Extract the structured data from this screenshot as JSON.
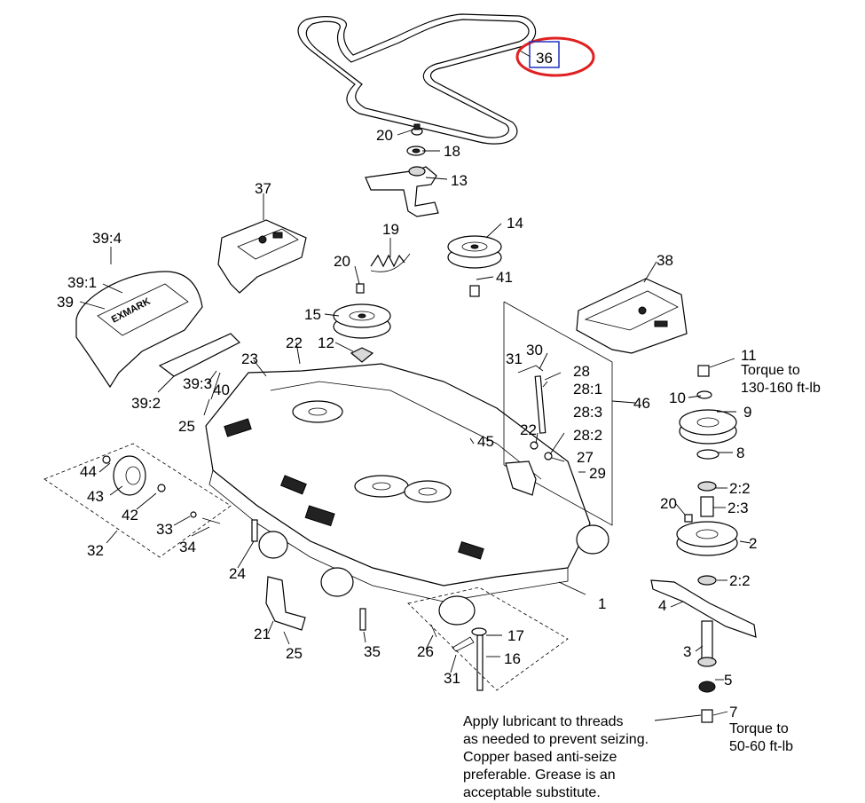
{
  "callouts": {
    "c36": "36",
    "c20a": "20",
    "c18": "18",
    "c13": "13",
    "c37": "37",
    "c19": "19",
    "c14": "14",
    "c39_4": "39:4",
    "c20b": "20",
    "c41": "41",
    "c38": "38",
    "c39_1": "39:1",
    "c39": "39",
    "c15": "15",
    "c12": "12",
    "c22a": "22",
    "c23": "23",
    "c31a": "31",
    "c30": "30",
    "c28": "28",
    "c28_1": "28:1",
    "c11": "11",
    "c10": "10",
    "c9": "9",
    "c46": "46",
    "c39_2": "39:2",
    "c39_3": "39:3",
    "c40": "40",
    "c25a": "25",
    "c28_3": "28:3",
    "c22b": "22",
    "c28_2": "28:2",
    "c45": "45",
    "c8": "8",
    "c27": "27",
    "c29": "29",
    "c44": "44",
    "c43": "43",
    "c42": "42",
    "c2_2a": "2:2",
    "c20c": "20",
    "c2_3": "2:3",
    "c33": "33",
    "c34": "34",
    "c32": "32",
    "c24": "24",
    "c2": "2",
    "c1": "1",
    "c2_2b": "2:2",
    "c4": "4",
    "c21": "21",
    "c25b": "25",
    "c35": "35",
    "c26": "26",
    "c17": "17",
    "c16": "16",
    "c3": "3",
    "c31b": "31",
    "c5": "5",
    "c7": "7"
  },
  "notes": {
    "torque_11": [
      "Torque to",
      "130-160 ft-lb"
    ],
    "torque_7": [
      "Torque to",
      "50-60 ft-lb"
    ],
    "lubricant": [
      "Apply lubricant to threads",
      "as needed to prevent seizing.",
      "Copper  based anti-seize",
      "preferable. Grease is an",
      "acceptable substitute."
    ]
  },
  "colors": {
    "highlight_circle": "#e02020",
    "highlight_box": "#2030c0",
    "line": "#000000"
  }
}
